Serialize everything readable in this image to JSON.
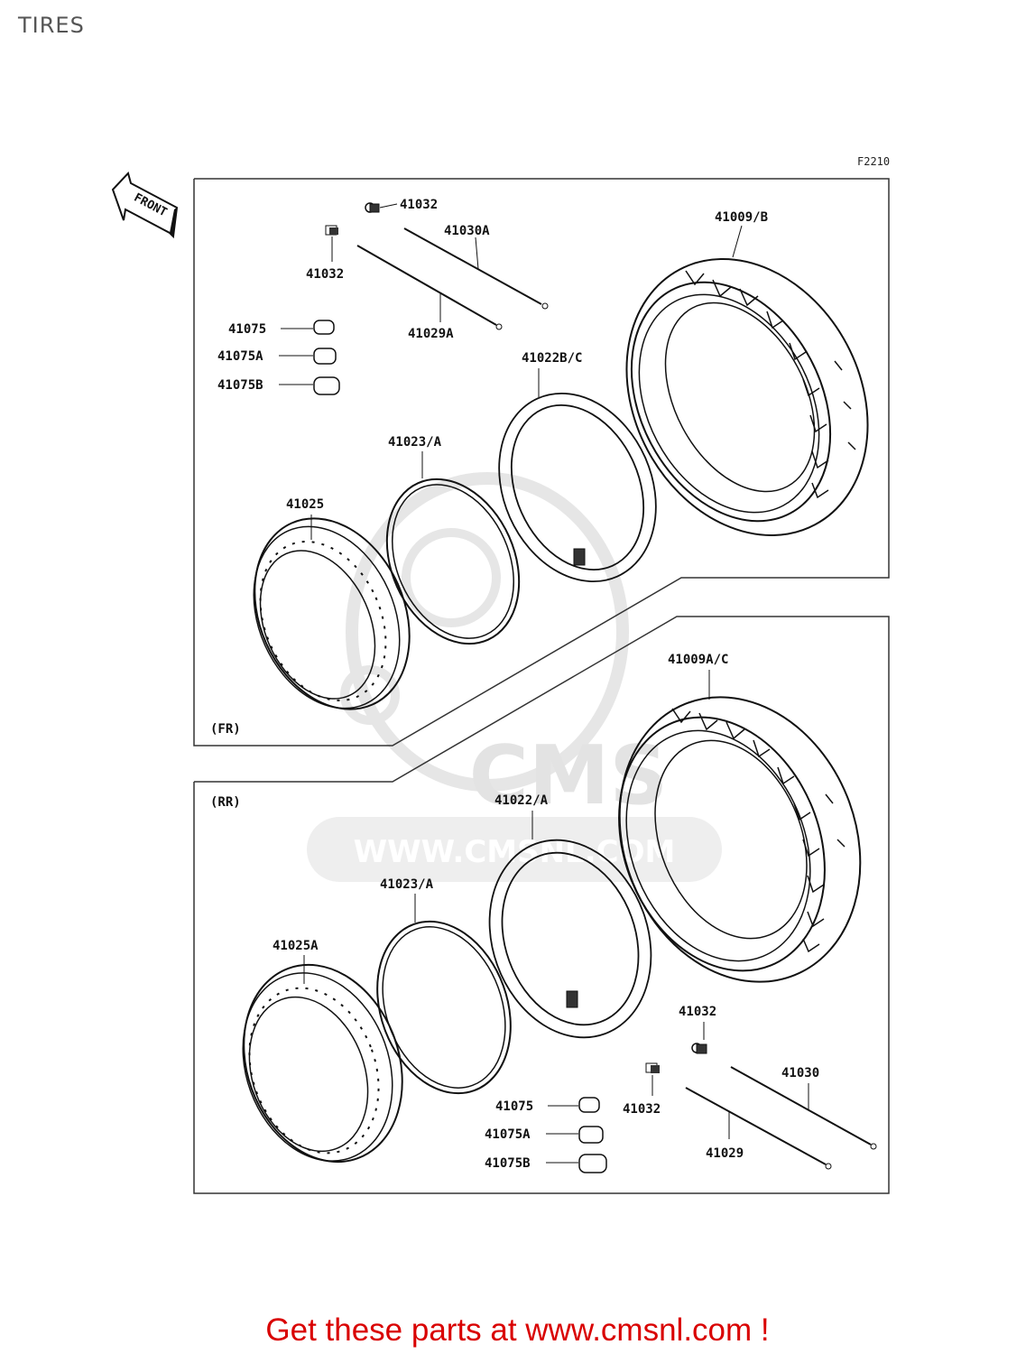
{
  "header": {
    "title": "TIRES",
    "figure_code": "F2210"
  },
  "front_arrow": {
    "label": "FRONT"
  },
  "watermark": {
    "logo_text": "CMS",
    "url_text": "WWW.CMSNL.COM"
  },
  "front_section": {
    "label": "(FR)",
    "parts": {
      "p41032a": "41032",
      "p41030a": "41030A",
      "p41032b": "41032",
      "p41029a": "41029A",
      "p41009b": "41009/B",
      "p41075": "41075",
      "p41075a": "41075A",
      "p41075b": "41075B",
      "p41022bc": "41022B/C",
      "p41023a": "41023/A",
      "p41025": "41025"
    }
  },
  "rear_section": {
    "label": "(RR)",
    "parts": {
      "p41009ac": "41009A/C",
      "p41022a": "41022/A",
      "p41023a": "41023/A",
      "p41025a": "41025A",
      "p41032a": "41032",
      "p41030": "41030",
      "p41032b": "41032",
      "p41029": "41029",
      "p41075": "41075",
      "p41075a": "41075A",
      "p41075b": "41075B"
    }
  },
  "footer": {
    "text": "Get these parts at www.cmsnl.com !"
  }
}
